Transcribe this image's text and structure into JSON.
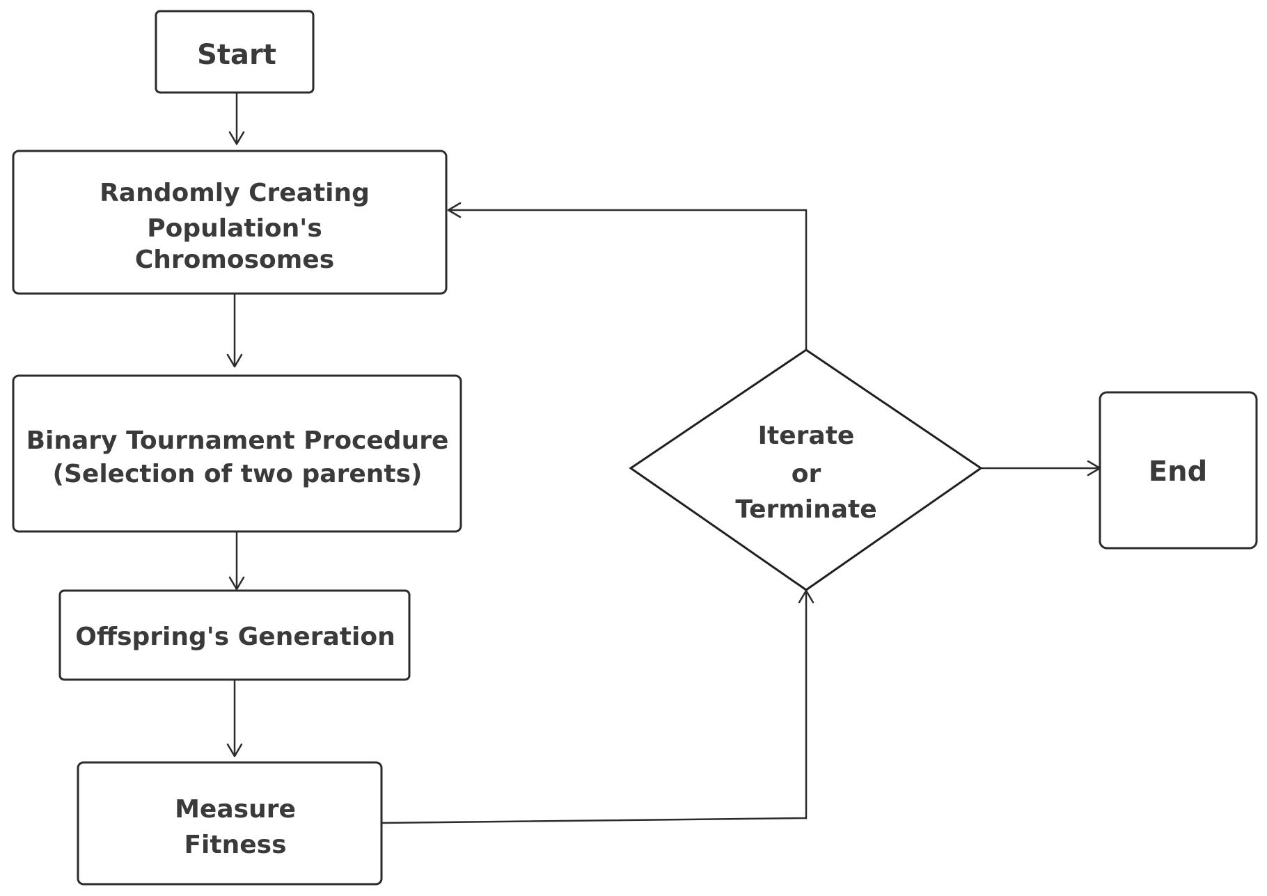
{
  "nodes": {
    "start": {
      "label": "Start"
    },
    "create_population": {
      "lines": [
        "Randomly Creating",
        "Population's",
        "Chromosomes"
      ]
    },
    "tournament": {
      "lines": [
        "Binary Tournament Procedure",
        "(Selection of two parents)"
      ]
    },
    "offspring": {
      "label": "Offspring's Generation"
    },
    "fitness": {
      "lines": [
        "Measure",
        "Fitness"
      ]
    },
    "decision": {
      "lines": [
        "Iterate",
        "or",
        "Terminate"
      ]
    },
    "end": {
      "label": "End"
    }
  },
  "edges": [
    {
      "from": "start",
      "to": "create_population"
    },
    {
      "from": "create_population",
      "to": "tournament"
    },
    {
      "from": "tournament",
      "to": "offspring"
    },
    {
      "from": "offspring",
      "to": "fitness"
    },
    {
      "from": "fitness",
      "to": "decision"
    },
    {
      "from": "decision",
      "to": "create_population"
    },
    {
      "from": "decision",
      "to": "end"
    }
  ]
}
